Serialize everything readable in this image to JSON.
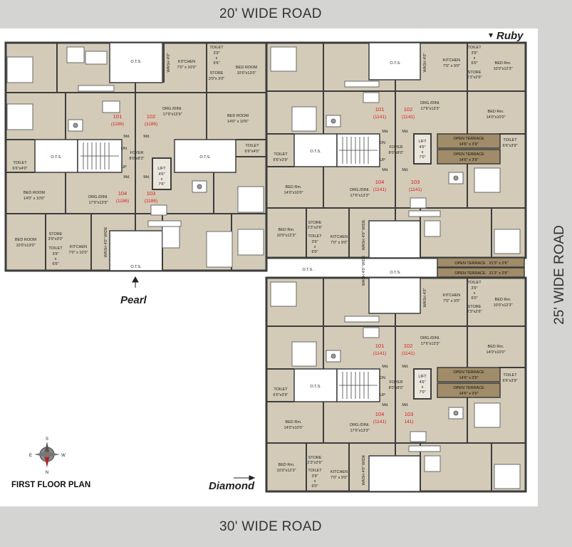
{
  "roads": {
    "top": "20' WIDE ROAD",
    "bottom": "30' WIDE ROAD",
    "right": "25' WIDE ROAD"
  },
  "plan_title": "FIRST FLOOR PLAN",
  "buildings": {
    "pearl": "Pearl",
    "ruby": "Ruby",
    "diamond": "Diamond"
  },
  "compass": {
    "n": "N",
    "s": "S",
    "e": "E",
    "w": "W"
  },
  "colors": {
    "floor": "#d3cbb8",
    "wall": "#3d3d3d",
    "unit_number": "#d82020",
    "terrace": "#a08c68",
    "road": "#d4d4d3",
    "shaft": "#ffffff"
  },
  "labels": {
    "ots": "O.T.S.",
    "wash": "WASH 4'0\" WIDE",
    "wash_short": "WASH 4'0\"",
    "md": "Md.",
    "on": "ON",
    "up": "UP",
    "dn": "DN",
    "foyer": "FOYER",
    "foyer_pearl_dim": "8'0\"x8'3\"",
    "foyer_dim": "8'0\"x8'0\"",
    "lift": "LIFT",
    "lift_pearl_dim": [
      "4'6\"",
      "x",
      "7'6\""
    ],
    "lift_dim": [
      "4'6\"",
      "x",
      "7'0\""
    ],
    "kitchen": "KITCHEN",
    "toilet": "TOILET",
    "store": "STORE",
    "bed_room": "BED ROOM",
    "bed_rm": "BED Rm.",
    "drg_dini": "DRG./DINI.",
    "open_terrace": "OPEN TERRACE"
  },
  "pearl": {
    "units": [
      {
        "no": "101",
        "area": "(1186)"
      },
      {
        "no": "102",
        "area": "(1186)"
      },
      {
        "no": "104",
        "area": "(1186)"
      },
      {
        "no": "103",
        "area": "(1186)"
      }
    ],
    "rooms": {
      "kitchen_top": "7'0\" x 10'0\"",
      "toilet_top": [
        "3'9\"",
        "x",
        "6'6\""
      ],
      "store_top": "3'9\"x 3'0\"",
      "bed_tr": "10'0\"x13'0\"",
      "drg_102": "17'9\"x13'9\"",
      "bed_right": "14'0\" x 10'6\"",
      "toilet_right": "6'6\"x4'0\"",
      "toilet_left": "6'6\"x4'0\"",
      "bed_left": "14'0\" x 10'6\"",
      "drg_104": "17'9\"x13'9\"",
      "bed_bl": "10'0\"x13'0\"",
      "store_bottom": "3'9\"x3'0\"",
      "toilet_bottom": [
        "3'9\"",
        "x",
        "6'6\""
      ],
      "kitchen_bottom": "7'0\" x 10'0\""
    }
  },
  "ruby": {
    "units": [
      {
        "no": "101",
        "area": "(1141)"
      },
      {
        "no": "102",
        "area": "(1141)"
      },
      {
        "no": "104",
        "area": "(1141)"
      },
      {
        "no": "103",
        "area": "(1141)"
      }
    ],
    "rooms": {
      "kitchen": "7'0\" x 9'0\"",
      "toilet_top": [
        "3'9\"",
        "x",
        "6'0\""
      ],
      "store_top": "2'3\"x2'6\"",
      "bed_tr": "10'0\"x12'3\"",
      "drg_102": "17'6\"x13'3\"",
      "bed_right": "14'0\"x10'0\"",
      "toilet_right": "6'6\"x3'9\"",
      "terrace_a": "14'6\" x 3'9\"",
      "terrace_b": "14'6\" x 3'9\"",
      "toilet_left": "6'6\"x3'9\"",
      "bed_left": "14'0\"x10'0\"",
      "drg_104": "17'6\"x13'3\"",
      "bed_bl": "10'0\"x12'3\"",
      "store_bottom": "2'3\"x2'6\"",
      "toilet_bottom": [
        "3'9\"",
        "x",
        "6'0\""
      ],
      "kitchen_bottom": "7'0\" x 9'0\"",
      "terrace_c": "21'3\" x 2'6\"",
      "terrace_d": "21'3\" x 2'6\""
    }
  },
  "diamond": {
    "units": [
      {
        "no": "101",
        "area": "(1141)"
      },
      {
        "no": "102",
        "area": "(1141)"
      },
      {
        "no": "104",
        "area": "(1141)"
      },
      {
        "no": "103",
        "area": "141)"
      }
    ],
    "rooms": {
      "kitchen": "7'0\" x 9'0\"",
      "toilet_top": [
        "3'9\"",
        "x",
        "6'0\""
      ],
      "store_top": "2'3\"x2'6\"",
      "bed_tr": "10'0\"x12'3\"",
      "drg_102": "17'6\"x13'3\"",
      "bed_right": "14'0\"x10'0\"",
      "toilet_right": "6'6\"x3'9\"",
      "terrace_a": "14'6\" x 3'9\"",
      "terrace_b": "14'6\" x 3'9\"",
      "toilet_left": "6'6\"x3'9\"",
      "bed_left": "14'0\"x10'0\"",
      "drg_104": "17'6\"x13'3\"",
      "bed_bl": "10'0\"x12'3\"",
      "store_bottom": "2'3\"x2'6\"",
      "toilet_bottom": [
        "3'9\"",
        "x",
        "6'0\""
      ],
      "kitchen_bottom": "7'0\" x 9'0\""
    }
  }
}
